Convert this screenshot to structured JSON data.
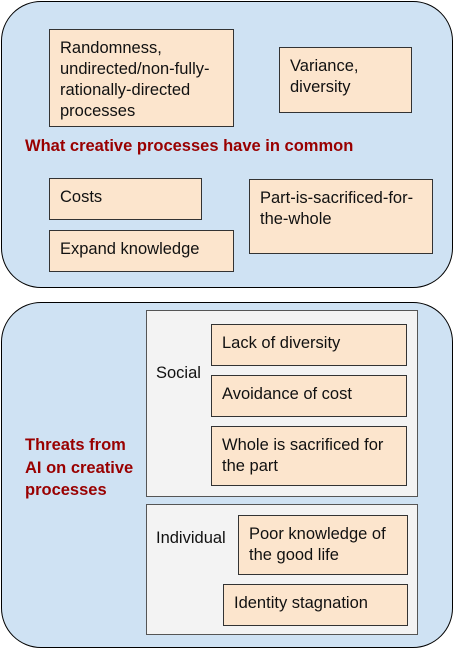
{
  "top_panel": {
    "heading": "What creative processes have in common",
    "boxes": {
      "randomness": "Randomness, undirected/non-fully-rationally-directed processes",
      "variance": "Variance, diversity",
      "costs": "Costs",
      "expand": "Expand knowledge",
      "part_sacrificed": "Part-is-sacrificed-for-the-whole"
    }
  },
  "bottom_panel": {
    "heading": "Threats from AI on creative processes",
    "social": {
      "label": "Social",
      "items": [
        "Lack of diversity",
        "Avoidance of cost",
        "Whole is sacrificed for the part"
      ]
    },
    "individual": {
      "label": "Individual",
      "items": [
        "Poor knowledge of the good life",
        "Identity stagnation"
      ]
    }
  }
}
